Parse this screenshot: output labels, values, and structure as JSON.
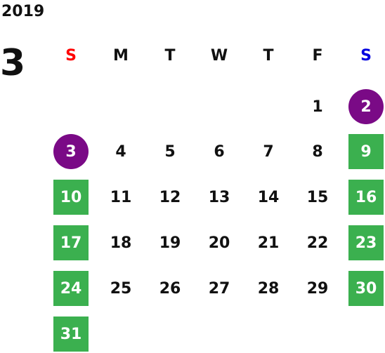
{
  "year": "2019",
  "month": "3",
  "weekdays": [
    "S",
    "M",
    "T",
    "W",
    "T",
    "F",
    "S"
  ],
  "colors": {
    "sunday_header": "#ff0000",
    "saturday_header": "#0000e0",
    "weekend_highlight": "#3bb04f",
    "special_highlight": "#7a0a86"
  },
  "first_weekday_index": 5,
  "days_in_month": 31,
  "weekend_highlighted_days": [
    9,
    10,
    16,
    17,
    23,
    24,
    30,
    31
  ],
  "circle_highlighted_days": [
    2,
    3
  ]
}
